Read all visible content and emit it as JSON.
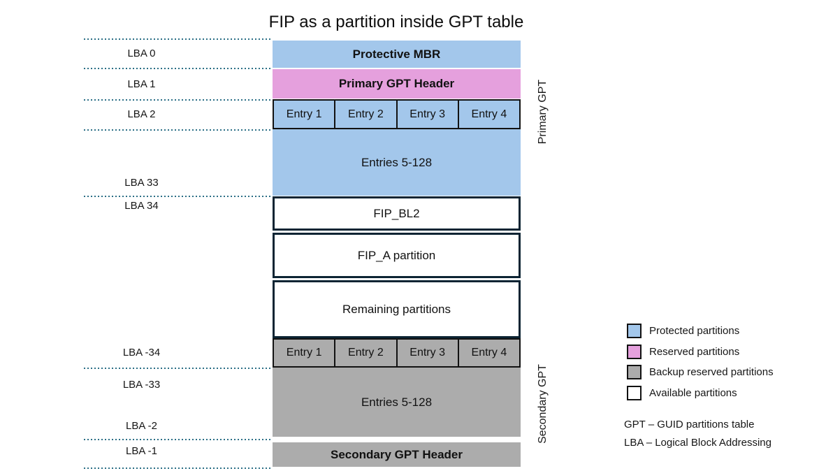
{
  "title": "FIP as a partition inside GPT table",
  "diagram": {
    "lba_labels": [
      "LBA 0",
      "LBA 1",
      "LBA 2",
      "LBA 33",
      "LBA 34",
      "LBA -34",
      "LBA -33",
      "LBA -2",
      "LBA -1"
    ],
    "blocks": {
      "protective_mbr": "Protective MBR",
      "primary_gpt_header": "Primary GPT Header",
      "entries_rest_primary": "Entries 5-128",
      "fip_bl2": "FIP_BL2",
      "fip_a": "FIP_A partition",
      "remaining": "Remaining partitions",
      "entries_rest_secondary": "Entries 5-128",
      "secondary_gpt_header": "Secondary GPT Header"
    },
    "primary_entries": [
      "Entry 1",
      "Entry 2",
      "Entry 3",
      "Entry 4"
    ],
    "secondary_entries": [
      "Entry 1",
      "Entry 2",
      "Entry 3",
      "Entry 4"
    ],
    "side_labels": {
      "primary": "Primary GPT",
      "secondary": "Secondary GPT"
    }
  },
  "legend": {
    "items": [
      {
        "label": "Protected partitions",
        "color": "#a3c7eb"
      },
      {
        "label": "Reserved partitions",
        "color": "#e5a0dd"
      },
      {
        "label": "Backup reserved partitions",
        "color": "#acacac"
      },
      {
        "label": "Available partitions",
        "color": "#ffffff"
      }
    ],
    "abbreviations": [
      "GPT – GUID partitions table",
      "LBA – Logical Block Addressing"
    ]
  },
  "colors": {
    "protected_blue": "#a3c7eb",
    "reserved_pink": "#e5a0dd",
    "backup_gray": "#acacac",
    "block_border": "#0c2433",
    "dotted_line": "#2b6f86"
  }
}
